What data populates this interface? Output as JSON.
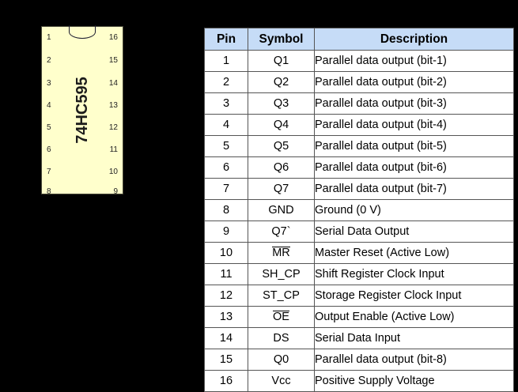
{
  "background_color": "#000000",
  "chip": {
    "name": "chip-diagram",
    "label": "74HC595",
    "body_color": "#FFFFCC",
    "notch": "semicircular-notch",
    "left_pins": [
      "1",
      "2",
      "3",
      "4",
      "5",
      "6",
      "7",
      "8"
    ],
    "right_pins": [
      "16",
      "15",
      "14",
      "13",
      "12",
      "11",
      "10",
      "9"
    ]
  },
  "table": {
    "header_color": "#C6DCF7",
    "columns": [
      "Pin",
      "Symbol",
      "Description"
    ],
    "rows": [
      {
        "pin": "1",
        "symbol": "Q1",
        "symbol_overline": false,
        "description": "Parallel data output (bit-1)"
      },
      {
        "pin": "2",
        "symbol": "Q2",
        "symbol_overline": false,
        "description": "Parallel data output (bit-2)"
      },
      {
        "pin": "3",
        "symbol": "Q3",
        "symbol_overline": false,
        "description": "Parallel data output (bit-3)"
      },
      {
        "pin": "4",
        "symbol": "Q4",
        "symbol_overline": false,
        "description": "Parallel data output (bit-4)"
      },
      {
        "pin": "5",
        "symbol": "Q5",
        "symbol_overline": false,
        "description": "Parallel data output (bit-5)"
      },
      {
        "pin": "6",
        "symbol": "Q6",
        "symbol_overline": false,
        "description": "Parallel data output (bit-6)"
      },
      {
        "pin": "7",
        "symbol": "Q7",
        "symbol_overline": false,
        "description": "Parallel data output (bit-7)"
      },
      {
        "pin": "8",
        "symbol": "GND",
        "symbol_overline": false,
        "description": "Ground (0 V)"
      },
      {
        "pin": "9",
        "symbol": "Q7`",
        "symbol_overline": false,
        "description": "Serial Data Output"
      },
      {
        "pin": "10",
        "symbol": "MR",
        "symbol_overline": true,
        "description": "Master Reset (Active Low)"
      },
      {
        "pin": "11",
        "symbol": "SH_CP",
        "symbol_overline": false,
        "description": "Shift Register Clock Input"
      },
      {
        "pin": "12",
        "symbol": "ST_CP",
        "symbol_overline": false,
        "description": "Storage Register Clock Input"
      },
      {
        "pin": "13",
        "symbol": "OE",
        "symbol_overline": true,
        "description": "Output Enable (Active Low)"
      },
      {
        "pin": "14",
        "symbol": "DS",
        "symbol_overline": false,
        "description": "Serial Data Input"
      },
      {
        "pin": "15",
        "symbol": "Q0",
        "symbol_overline": false,
        "description": "Parallel data output (bit-8)"
      },
      {
        "pin": "16",
        "symbol": "Vcc",
        "symbol_overline": false,
        "description": "Positive Supply Voltage"
      }
    ]
  }
}
